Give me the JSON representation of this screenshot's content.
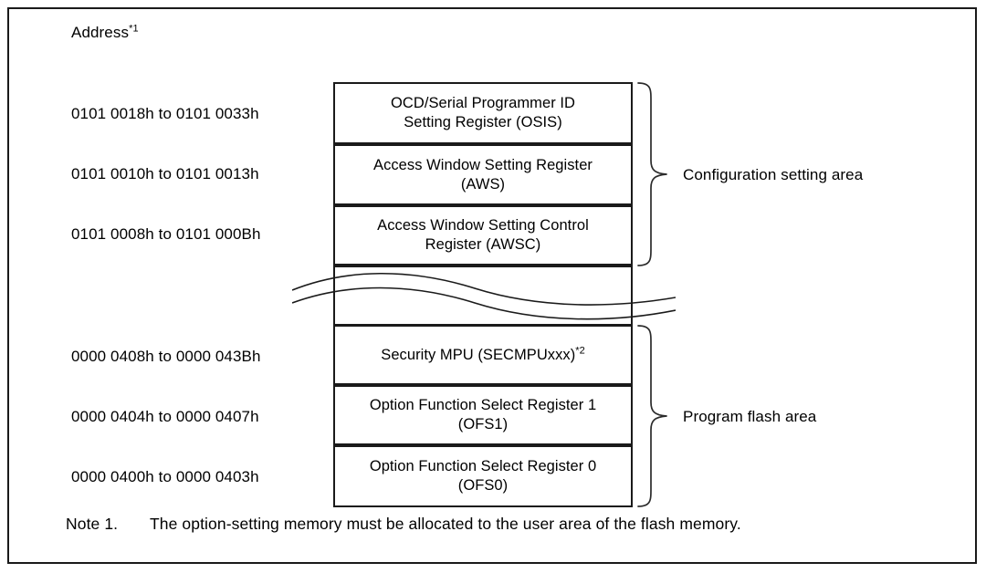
{
  "figure": {
    "address_column_heading": "Address",
    "address_column_heading_sup": "*1"
  },
  "rows": [
    {
      "address": "0101 0018h to 0101 0033h",
      "register_line1": "OCD/Serial Programmer ID",
      "register_line2": "Setting Register (OSIS)",
      "name": "osis"
    },
    {
      "address": "0101 0010h to 0101 0013h",
      "register_line1": "Access Window Setting Register",
      "register_line2": "(AWS)",
      "name": "aws"
    },
    {
      "address": "0101 0008h to 0101 000Bh",
      "register_line1": "Access Window Setting Control",
      "register_line2": "Register (AWSC)",
      "name": "awsc"
    },
    {
      "address": "0000 0408h to 0000 043Bh",
      "register_line1": "Security MPU (SECMPUxxx)",
      "register_sup": "*2",
      "register_line2": "",
      "name": "secmpu"
    },
    {
      "address": "0000 0404h to 0000 0407h",
      "register_line1": "Option Function Select Register 1",
      "register_line2": "(OFS1)",
      "name": "ofs1"
    },
    {
      "address": "0000 0400h to 0000 0403h",
      "register_line1": "Option Function Select Register 0",
      "register_line2": "(OFS0)",
      "name": "ofs0"
    }
  ],
  "areas": {
    "configuration": "Configuration setting area",
    "program_flash": "Program flash area"
  },
  "note": {
    "label": "Note 1.",
    "text": "The option-setting memory must be allocated to the user area of the flash memory."
  },
  "colors": {
    "line": "#1a1a1a",
    "brace": "#2b2b2b",
    "background": "#ffffff"
  }
}
